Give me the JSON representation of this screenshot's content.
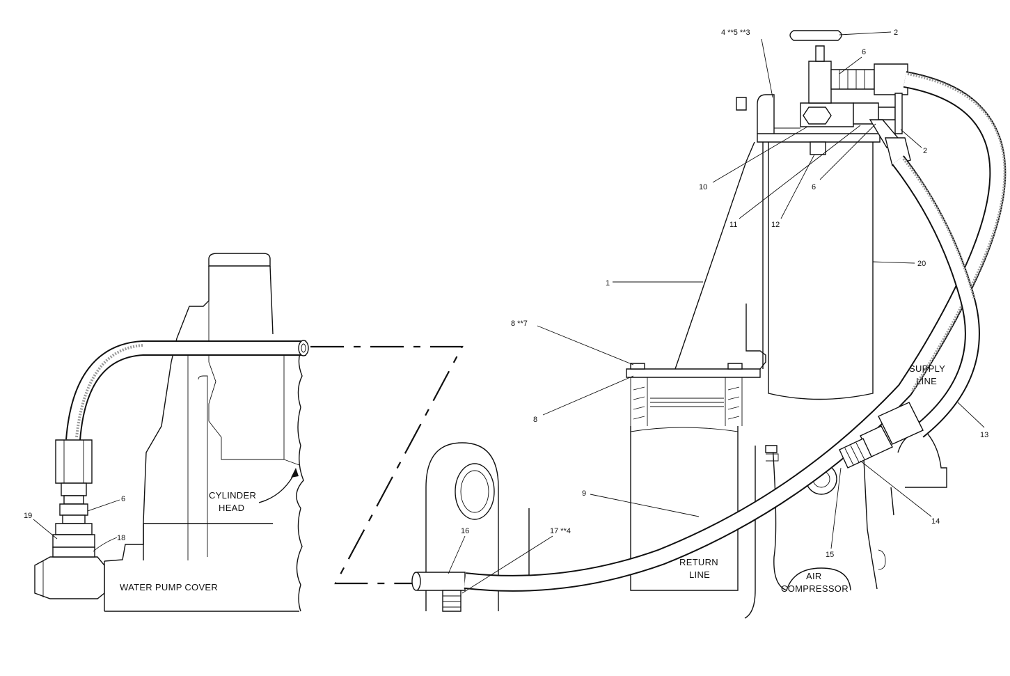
{
  "labels": {
    "cylinder_head": [
      "CYLINDER",
      "HEAD"
    ],
    "water_pump_cover": "WATER PUMP COVER",
    "supply_line": [
      "SUPPLY",
      "LINE"
    ],
    "return_line": [
      "RETURN",
      "LINE"
    ],
    "air_compressor": [
      "AIR",
      "COMPRESSOR"
    ]
  },
  "callouts": {
    "c1": "1",
    "c2a": "2",
    "c2b": "2",
    "c3": "4   **5  **3",
    "c6a": "6",
    "c6b": "6",
    "c6c": "6",
    "c7": "8   **7",
    "c8": "8",
    "c9": "9",
    "c10": "10",
    "c11": "11",
    "c12": "12",
    "c13": "13",
    "c14": "14",
    "c15": "15",
    "c16": "16",
    "c17": "17  **4",
    "c18": "18",
    "c19": "19",
    "c20": "20"
  }
}
